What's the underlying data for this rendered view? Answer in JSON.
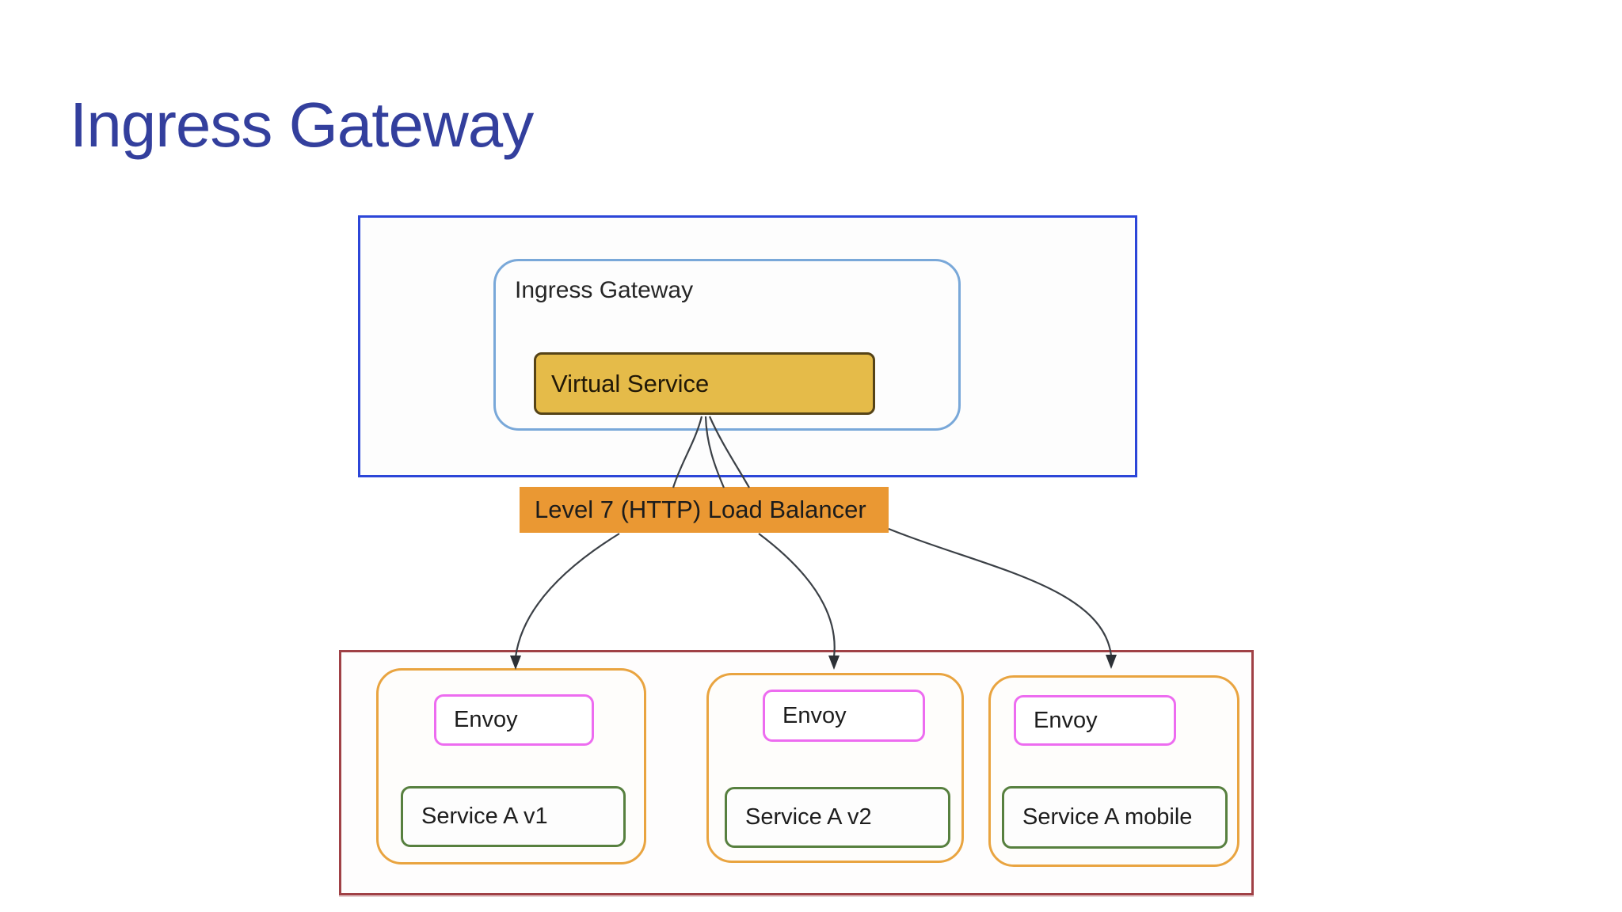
{
  "title": "Ingress Gateway",
  "gateway": {
    "label": "Ingress Gateway",
    "virtual_service_label": "Virtual Service"
  },
  "load_balancer": {
    "label": "Level 7 (HTTP) Load Balancer"
  },
  "services": [
    {
      "proxy_label": "Envoy",
      "service_label": "Service A v1"
    },
    {
      "proxy_label": "Envoy",
      "service_label": "Service A v2"
    },
    {
      "proxy_label": "Envoy",
      "service_label": "Service A mobile"
    }
  ],
  "colors": {
    "title_text": "#333f9d",
    "cluster_border": "#2c46d8",
    "gateway_border": "#79a8d9",
    "virtual_service_fill": "#e5bb49",
    "virtual_service_border": "#554317",
    "load_balancer_fill": "#ea9833",
    "services_group_border": "#a04146",
    "pod_border": "#e9a440",
    "envoy_border": "#ed6cf0",
    "service_border": "#57803f",
    "connector_line": "#3b4046",
    "background": "#ffffff"
  }
}
